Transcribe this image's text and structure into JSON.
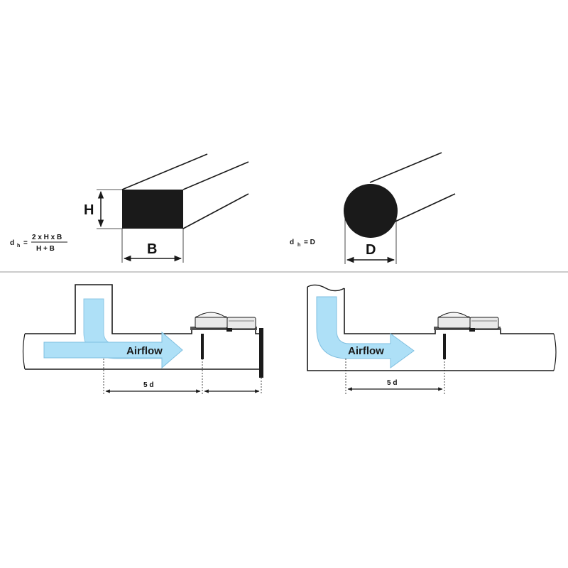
{
  "rect_duct": {
    "height_label": "H",
    "width_label": "B",
    "formula_lhs": "d",
    "formula_sub": "h",
    "formula_eq": "=",
    "formula_numerator": "2 x H x B",
    "formula_denominator": "H + B"
  },
  "round_duct": {
    "diameter_label": "D",
    "formula_lhs": "d",
    "formula_sub": "h",
    "formula_rhs": "= D"
  },
  "left_install": {
    "airflow_label": "Airflow",
    "distance_label": "5 d"
  },
  "right_install": {
    "airflow_label": "Airflow",
    "distance_label": "5 d"
  },
  "colors": {
    "flow_fill": "#aee0f7",
    "flow_stroke": "#8cc7e6",
    "line": "#1a1a1a",
    "divider": "#9a9a9a"
  }
}
